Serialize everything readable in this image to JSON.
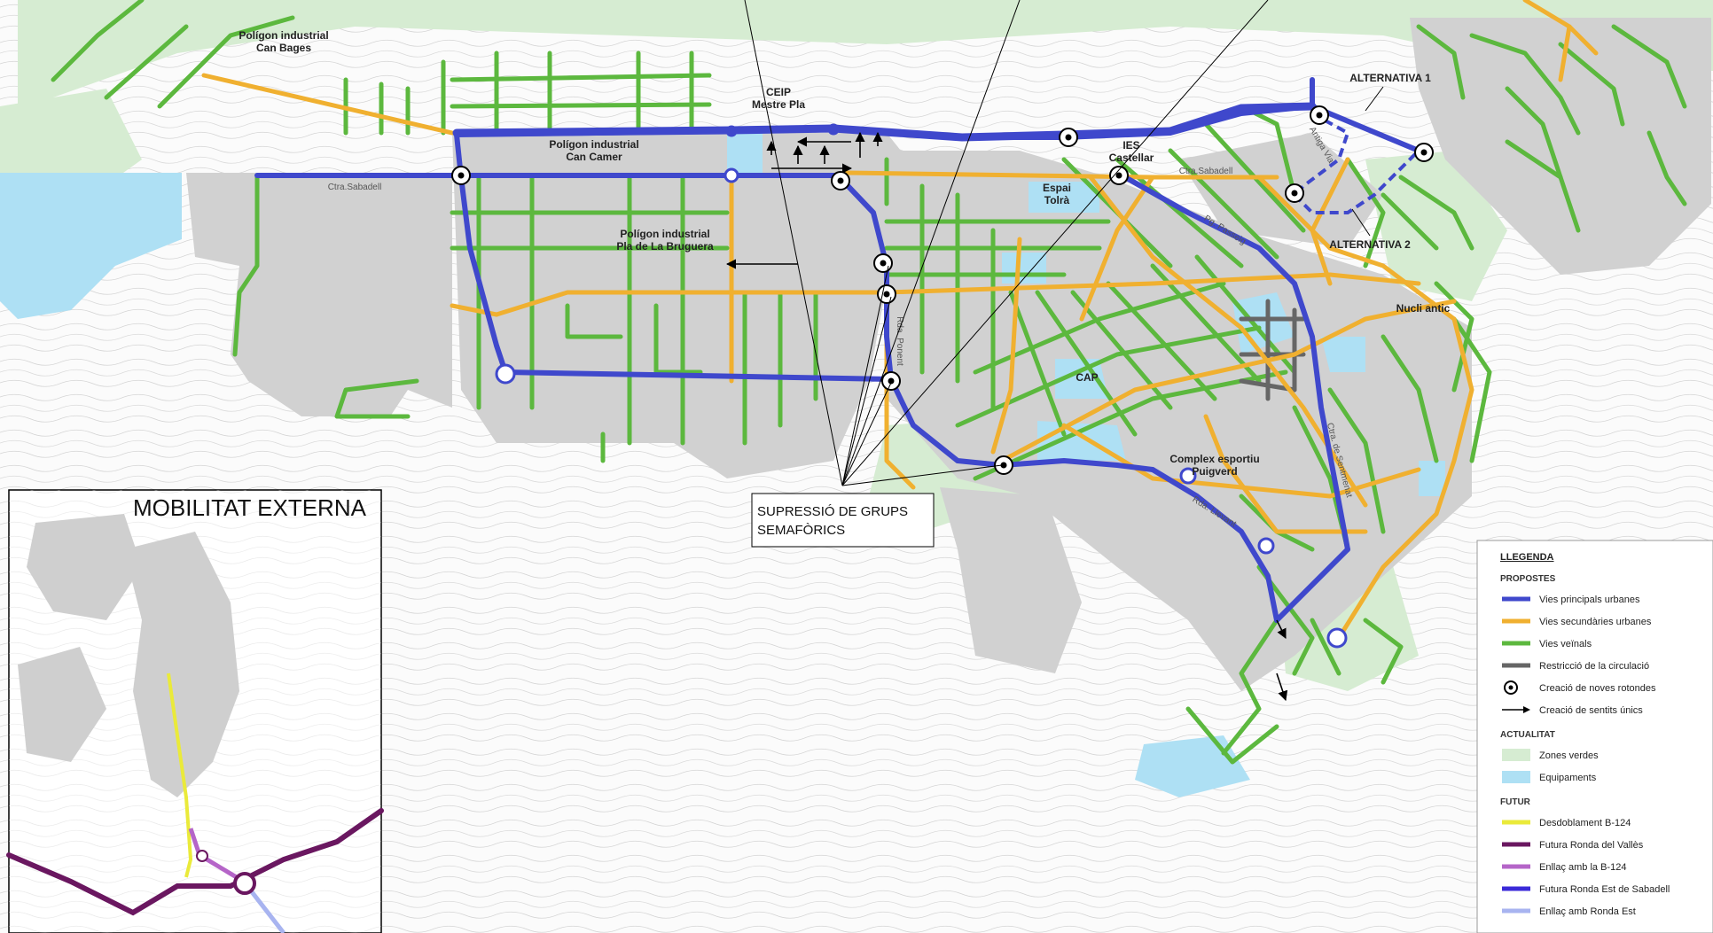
{
  "map": {
    "places": {
      "can_bages": [
        "Polígon industrial",
        "Can Bages"
      ],
      "can_camer": [
        "Polígon industrial",
        "Can Camer"
      ],
      "ceip": [
        "CEIP",
        "Mestre Pla"
      ],
      "ies": [
        "IES",
        "Castellar"
      ],
      "espai_tolra": [
        "Espai",
        "Tolrà"
      ],
      "pla_bruguera": [
        "Polígon industrial",
        "Pla de La Bruguera"
      ],
      "nucli_antic": "Nucli antic",
      "cap": "CAP",
      "complex": [
        "Complex esportiu",
        "Puigverd"
      ]
    },
    "alternatives": {
      "alt1": "ALTERNATIVA 1",
      "alt2": "ALTERNATIVA 2"
    },
    "streets": {
      "ctra_sabadell_w": "Ctra.Sabadell",
      "ctra_sabadell_e": "Ctra.Sabadell",
      "passeig": "Pg. Passeig",
      "ronda_ponent": "Rda. Ponent",
      "ronda_llevant": "Rda. Llevant",
      "ctra_sentmenat": "Ctra. de Sentmenat",
      "antiga_via": "Antiga Via"
    },
    "callout": [
      "SUPRESSIÓ DE GRUPS",
      "SEMAFÒRICS"
    ]
  },
  "inset": {
    "title": "MOBILITAT EXTERNA"
  },
  "legend": {
    "title": "LLEGENDA",
    "sections": [
      {
        "title": "PROPOSTES",
        "items": [
          {
            "label": "Vies principals urbanes",
            "type": "line",
            "color": "#3f48cc"
          },
          {
            "label": "Vies secundàries urbanes",
            "type": "line",
            "color": "#f0b030"
          },
          {
            "label": "Vies veïnals",
            "type": "line",
            "color": "#5cb83e"
          },
          {
            "label": "Restricció de la circulació",
            "type": "line",
            "color": "#666666"
          },
          {
            "label": "Creació de noves rotondes",
            "type": "roundabout",
            "color": "#000000"
          },
          {
            "label": "Creació de sentits únics",
            "type": "arrow",
            "color": "#000000"
          }
        ]
      },
      {
        "title": "ACTUALITAT",
        "items": [
          {
            "label": "Zones verdes",
            "type": "fill",
            "color": "#d6ecd2"
          },
          {
            "label": "Equipaments",
            "type": "fill",
            "color": "#aee0f4"
          }
        ]
      },
      {
        "title": "FUTUR",
        "items": [
          {
            "label": "Desdoblament B-124",
            "type": "line",
            "color": "#eaea3a"
          },
          {
            "label": "Futura Ronda del Vallès",
            "type": "line",
            "color": "#6a1760"
          },
          {
            "label": "Enllaç amb la B-124",
            "type": "line",
            "color": "#b565c8"
          },
          {
            "label": "Futura Ronda Est de Sabadell",
            "type": "line",
            "color": "#3a2ad8"
          },
          {
            "label": "Enllaç amb Ronda Est",
            "type": "line",
            "color": "#a8b4f0"
          }
        ]
      }
    ]
  }
}
